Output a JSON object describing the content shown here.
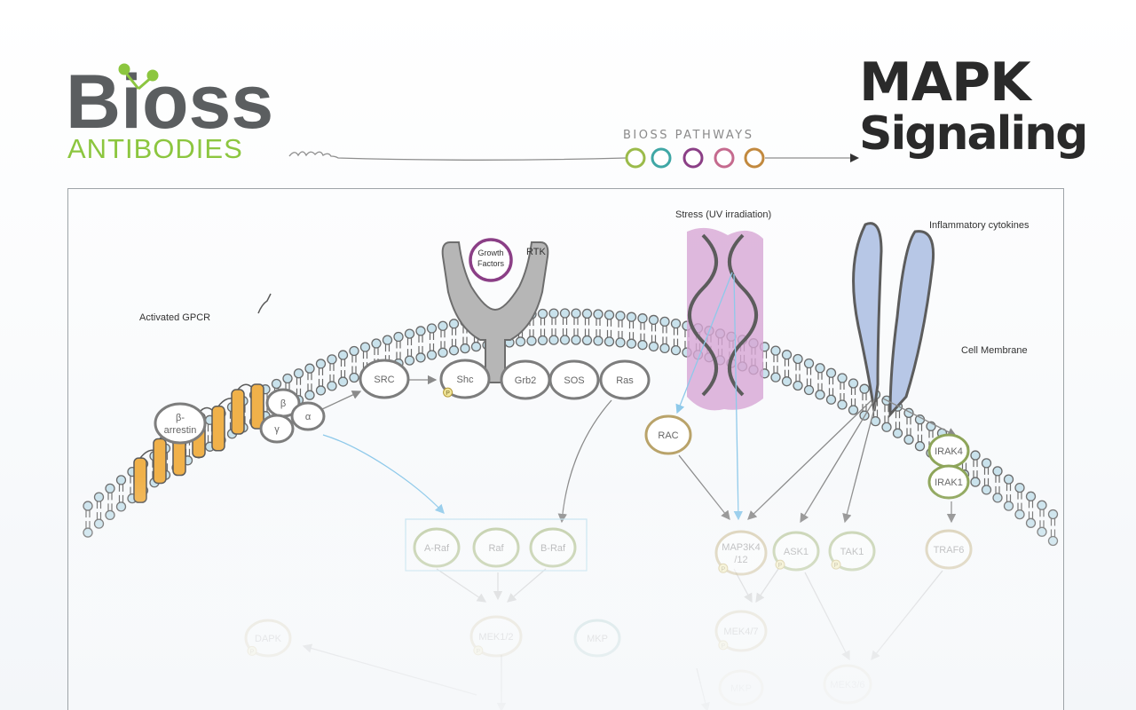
{
  "brand": {
    "logo_text": "Bioss",
    "logo_subtext": "ANTIBODIES",
    "pathways_label": "BIOSS PATHWAYS",
    "pathway_ring_colors": [
      "#9bbb4a",
      "#3fa7a5",
      "#8b3f86",
      "#c56a8e",
      "#c2893e"
    ],
    "logo_green": "#8cc63f",
    "logo_gray": "#5b5e60"
  },
  "title": {
    "line1": "MAPK",
    "line2": "Signaling"
  },
  "diagram": {
    "labels": {
      "stress": "Stress (UV irradiation)",
      "inflammatory": "Inflammatory cytokines",
      "rtk": "RTK",
      "gpcr": "Activated GPCR",
      "membrane": "Cell Membrane",
      "growth_factors": "Growth Factors"
    },
    "nodes": {
      "beta_arrestin": "β-arrestin",
      "g_beta": "β",
      "g_gamma": "γ",
      "g_alpha": "α",
      "src": "SRC",
      "shc": "Shc",
      "grb2": "Grb2",
      "sos": "SOS",
      "ras": "Ras",
      "rac": "RAC",
      "irak4": "IRAK4",
      "irak1": "IRAK1",
      "a_raf": "A-Raf",
      "raf": "Raf",
      "b_raf": "B-Raf",
      "map3k4": "MAP3K4 /12",
      "ask1": "ASK1",
      "tak1": "TAK1",
      "traf6": "TRAF6",
      "dapk": "DAPK",
      "mek12": "MEK1/2",
      "mkp_1": "MKP",
      "mek47": "MEK4/7",
      "mkp_2": "MKP",
      "mek36": "MEK3/6",
      "phospho": "P"
    },
    "colors": {
      "gray_node": "#7d7d7d",
      "olive_node": "#b9a36a",
      "green_node": "#8ea55a",
      "mkp_node": "#6fa9a8",
      "stress_receptor": "#c98fc6",
      "cytokine_receptor": "#b7c7e6",
      "gpcr": "#f0b14a",
      "lipid_head": "#c9e2ec",
      "blue_arrow": "#8ec9ea"
    }
  }
}
